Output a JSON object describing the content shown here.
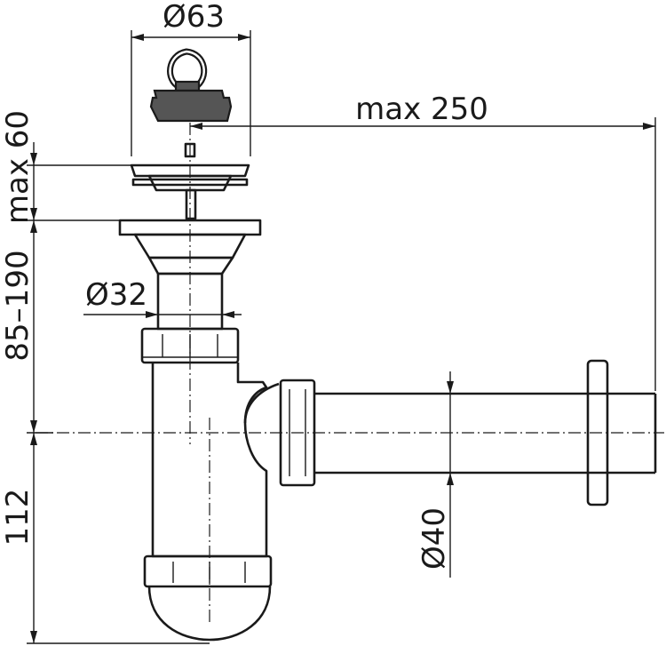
{
  "dimensions": {
    "strainer_diameter": "Ø63",
    "max_length": "max 250",
    "max_height": "max 60",
    "tailpiece_diameter": "Ø32",
    "height_range": "85–190",
    "outlet_diameter": "Ø40",
    "trap_depth": "112"
  },
  "colors": {
    "line": "#1a1a1a",
    "plug": "#555555",
    "background": "#ffffff"
  }
}
